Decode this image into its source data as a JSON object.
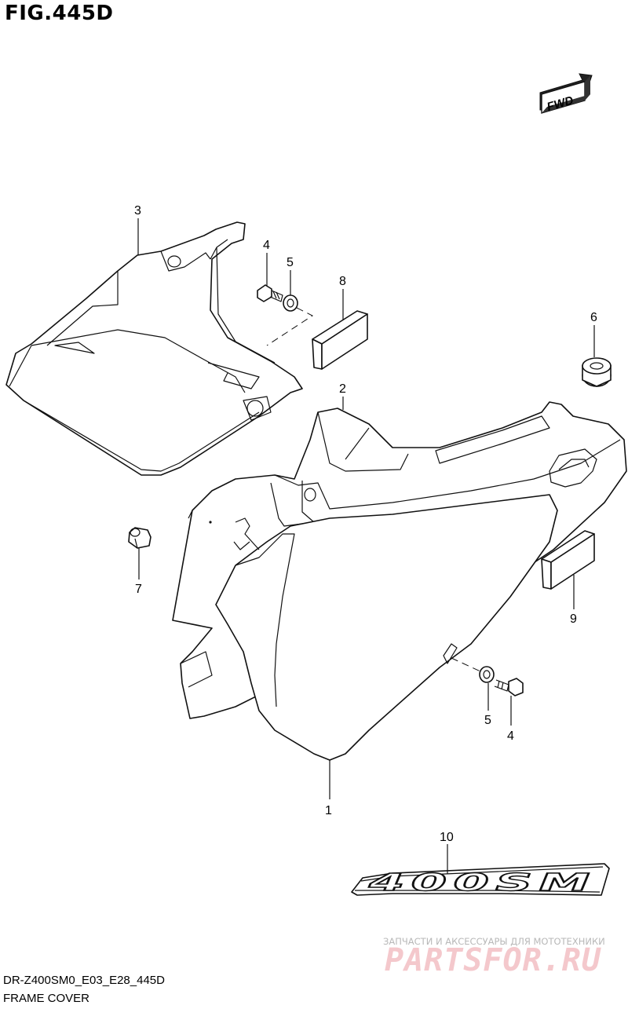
{
  "figure": {
    "title": "FIG.445D"
  },
  "fwd_label": "FWD",
  "callouts": [
    {
      "id": "c1",
      "label": "1"
    },
    {
      "id": "c2",
      "label": "2"
    },
    {
      "id": "c3",
      "label": "3"
    },
    {
      "id": "c4a",
      "label": "4"
    },
    {
      "id": "c5a",
      "label": "5"
    },
    {
      "id": "c6",
      "label": "6"
    },
    {
      "id": "c7",
      "label": "7"
    },
    {
      "id": "c8",
      "label": "8"
    },
    {
      "id": "c9",
      "label": "9"
    },
    {
      "id": "c5b",
      "label": "5"
    },
    {
      "id": "c4b",
      "label": "4"
    },
    {
      "id": "c10",
      "label": "10"
    }
  ],
  "emblem_text": "400SM",
  "footer": {
    "code": "DR-Z400SM0_E03_E28_445D",
    "name": "FRAME COVER"
  },
  "watermark": {
    "subtitle": "ЗАПЧАСТИ И АКСЕССУАРЫ ДЛЯ МОТОТЕХНИКИ",
    "brand": "PARTSFOR.RU"
  }
}
